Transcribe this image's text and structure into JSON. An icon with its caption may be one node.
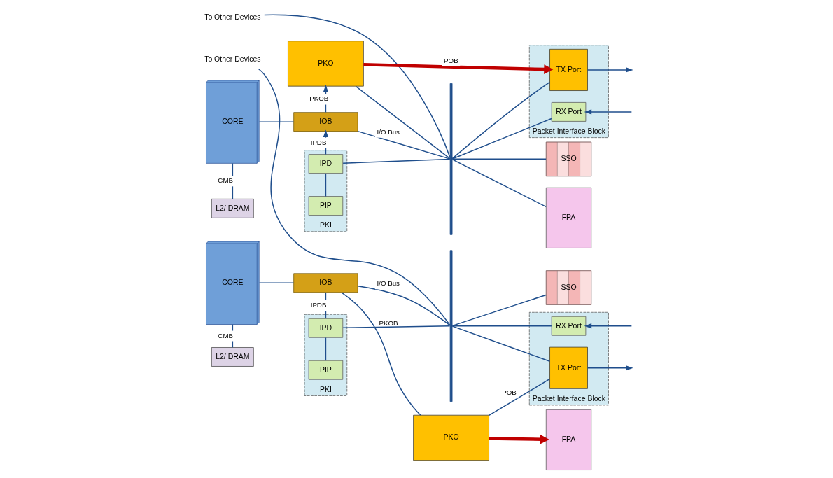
{
  "diagram": {
    "nodes": [
      {
        "text": [
          "To Other Devices"
        ]
      },
      {
        "text": [],
        "shape": "bar"
      },
      {
        "text": [
          "CORE"
        ]
      },
      {
        "text": [
          "SSO"
        ]
      },
      {
        "text": [
          "FPA"
        ]
      },
      {
        "text": [
          "IOB"
        ]
      },
      {
        "text": [
          "PKI"
        ]
      },
      {
        "text": [
          "IPD"
        ],
        "in": 6
      },
      {
        "text": [
          "PIP"
        ],
        "in": 6
      },
      {
        "text": [
          "Packet Interface Block"
        ]
      },
      {
        "text": [
          "RX Port"
        ],
        "in": 9
      },
      {
        "text": [
          "TX Port"
        ],
        "in": 9
      },
      {
        "text": [
          "L2/ DRAM"
        ]
      },
      {
        "text": [
          "PKO"
        ]
      },
      {
        "text": [
          "To Other Devices"
        ]
      },
      {
        "text": [],
        "shape": "bar"
      },
      {
        "text": [
          "CORE"
        ]
      },
      {
        "text": [
          "SSO"
        ]
      },
      {
        "text": [
          "FPA"
        ]
      },
      {
        "text": [
          "IOB"
        ]
      },
      {
        "text": [
          "PKI"
        ]
      },
      {
        "text": [
          "IPD"
        ],
        "in": 20
      },
      {
        "text": [
          "PIP"
        ],
        "in": 20
      },
      {
        "text": [
          "Packet Interface Block"
        ]
      },
      {
        "text": [
          "RX Port"
        ],
        "in": 23
      },
      {
        "text": [
          "TX Port"
        ],
        "in": 23
      },
      {
        "text": [
          "L2/ DRAM"
        ]
      },
      {
        "text": [
          "PKO"
        ]
      }
    ],
    "edges": [
      {
        "from": 0,
        "to": 1,
        "arrow": "none"
      },
      {
        "from": 2,
        "to": 5,
        "arrow": "none"
      },
      {
        "from": 2,
        "to": 12,
        "arrow": "none",
        "label": "CMB"
      },
      {
        "from": 5,
        "to": 1,
        "arrow": "none",
        "label": "I/O Bus"
      },
      {
        "from": 5,
        "to": 13,
        "arrow": "to",
        "label": "PKOB"
      },
      {
        "from": 7,
        "to": 5,
        "arrow": "to",
        "label": "IPDB"
      },
      {
        "from": 1,
        "to": 3,
        "arrow": "none"
      },
      {
        "from": 1,
        "to": 4,
        "arrow": "none"
      },
      {
        "from": 7,
        "to": 1,
        "arrow": "none"
      },
      {
        "from": 7,
        "to": 8,
        "arrow": "none"
      },
      {
        "from": 1,
        "to": 10,
        "arrow": "none"
      },
      {
        "from": 1,
        "to": 11,
        "arrow": "none"
      },
      {
        "from": null,
        "to": 10,
        "arrow": "to"
      },
      {
        "from": 11,
        "to": null,
        "arrow": "to"
      },
      {
        "from": 13,
        "to": 11,
        "arrow": "to",
        "label": "POB",
        "style": "thick",
        "color": "#c00000"
      },
      {
        "from": 13,
        "to": 1,
        "arrow": "none"
      },
      {
        "from": 14,
        "to": 15,
        "arrow": "none"
      },
      {
        "from": 16,
        "to": 19,
        "arrow": "none"
      },
      {
        "from": 16,
        "to": 26,
        "arrow": "none",
        "label": "CMB"
      },
      {
        "from": 19,
        "to": 15,
        "arrow": "none",
        "label": "I/O Bus"
      },
      {
        "from": 19,
        "to": 27,
        "arrow": "none",
        "label": "PKOB"
      },
      {
        "from": 21,
        "to": 19,
        "arrow": "none",
        "label": "IPDB"
      },
      {
        "from": 15,
        "to": 17,
        "arrow": "none"
      },
      {
        "from": 21,
        "to": 15,
        "arrow": "none"
      },
      {
        "from": 21,
        "to": 22,
        "arrow": "none"
      },
      {
        "from": 15,
        "to": 24,
        "arrow": "none"
      },
      {
        "from": 15,
        "to": 25,
        "arrow": "none"
      },
      {
        "from": null,
        "to": 24,
        "arrow": "to"
      },
      {
        "from": 25,
        "to": null,
        "arrow": "to"
      },
      {
        "from": 27,
        "to": 25,
        "arrow": "none",
        "label": "POB"
      },
      {
        "from": 27,
        "to": 18,
        "arrow": "to",
        "style": "thick",
        "color": "#c00000"
      }
    ]
  }
}
